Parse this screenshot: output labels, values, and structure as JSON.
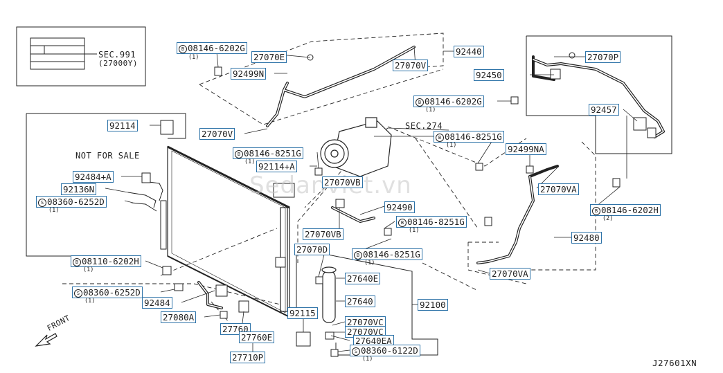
{
  "diagram_code": "J27601XN",
  "not_for_sale": "NOT FOR SALE",
  "front_label": "FRONT",
  "watermark": "Sedanviet.vn",
  "sec_991": "SEC.991",
  "sec_991_sub": "(27000Y)",
  "sec_274": "SEC.274",
  "bolt_symbol": "B",
  "screw_symbol": "S",
  "parts": {
    "p08146_6202G_top": "08146-6202G",
    "p08146_6202G_top_qty": "(1)",
    "p27070E": "27070E",
    "p92440": "92440",
    "p27070V_top": "27070V",
    "p92499N": "92499N",
    "p27070V_mid": "27070V",
    "p92114": "92114",
    "p92450": "92450",
    "p27070P": "27070P",
    "p08146_6202G_right": "08146-6202G",
    "p08146_6202G_right_qty": "(1)",
    "p92457": "92457",
    "p08146_8251G_right": "08146-8251G",
    "p08146_8251G_right_qty": "(1)",
    "p92499NA": "92499NA",
    "p27070VA_top": "27070VA",
    "p08146_6202H_right": "08146-6202H",
    "p08146_6202H_right_qty": "(2)",
    "p92480": "92480",
    "p27070VA_bot": "27070VA",
    "p08146_8251G_left": "08146-8251G",
    "p08146_8251G_left_qty": "(1)",
    "p92114A": "92114+A",
    "p27070VB_top": "27070VB",
    "p92490": "92490",
    "p08146_8251G_mid": "08146-8251G",
    "p08146_8251G_mid_qty": "(1)",
    "p27070VB_bot": "27070VB",
    "p27070D": "27070D",
    "p08146_8251G_low": "08146-8251G",
    "p08146_8251G_low_qty": "(1)",
    "p92484A": "92484+A",
    "p92136N": "92136N",
    "p08360_6252D_left": "08360-6252D",
    "p08360_6252D_left_qty": "(1)",
    "p08110_6202H": "08110-6202H",
    "p08110_6202H_qty": "(1)",
    "p27640E": "27640E",
    "p27640": "27640",
    "p92100": "92100",
    "p08360_6252D_low": "08360-6252D",
    "p08360_6252D_low_qty": "(1)",
    "p92484": "92484",
    "p27080A": "27080A",
    "p92115": "92115",
    "p27070VC_1": "27070VC",
    "p27070VC_2": "27070VC",
    "p27640EA": "27640EA",
    "p27760": "27760",
    "p27760E": "27760E",
    "p08360_6122D": "08360-6122D",
    "p08360_6122D_qty": "(1)",
    "p27710P": "27710P"
  }
}
